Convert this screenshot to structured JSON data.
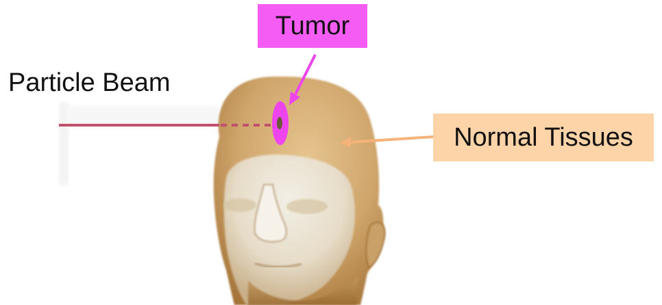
{
  "labels": {
    "particle_beam": "Particle Beam",
    "tumor": "Tumor",
    "normal_tissues": "Normal Tissues"
  },
  "colors": {
    "tumor_box": "#f45cf4",
    "normal_tissues_box": "#fdd3a8",
    "beam_line": "#c0506e",
    "tumor_marker": "#ee44ee",
    "head_skin": "#c9a068"
  },
  "illustration": {
    "subject": "head-illustration",
    "beam_segments": [
      "solid-outside-head",
      "dashed-inside-head"
    ]
  }
}
